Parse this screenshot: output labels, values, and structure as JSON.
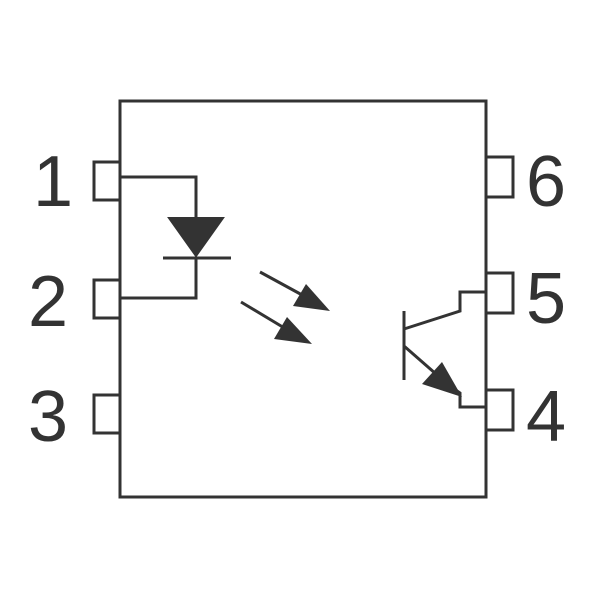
{
  "colors": {
    "stroke": "#333333",
    "background": "#ffffff"
  },
  "pins": {
    "p1": "1",
    "p2": "2",
    "p3": "3",
    "p4": "4",
    "p5": "5",
    "p6": "6"
  }
}
